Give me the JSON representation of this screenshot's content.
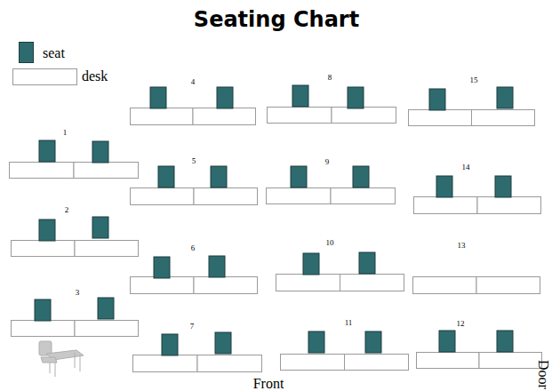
{
  "diagram": {
    "title": "Seating Chart",
    "labels": [
      "1",
      "2",
      "3",
      "4",
      "5",
      "6",
      "7",
      "8",
      "9",
      "10",
      "11",
      "12",
      "13",
      "14",
      "15",
      "Front",
      "Door"
    ],
    "legend": [
      {
        "text": "seat",
        "color": "#2e6b6e"
      },
      {
        "text": "desk"
      }
    ]
  }
}
